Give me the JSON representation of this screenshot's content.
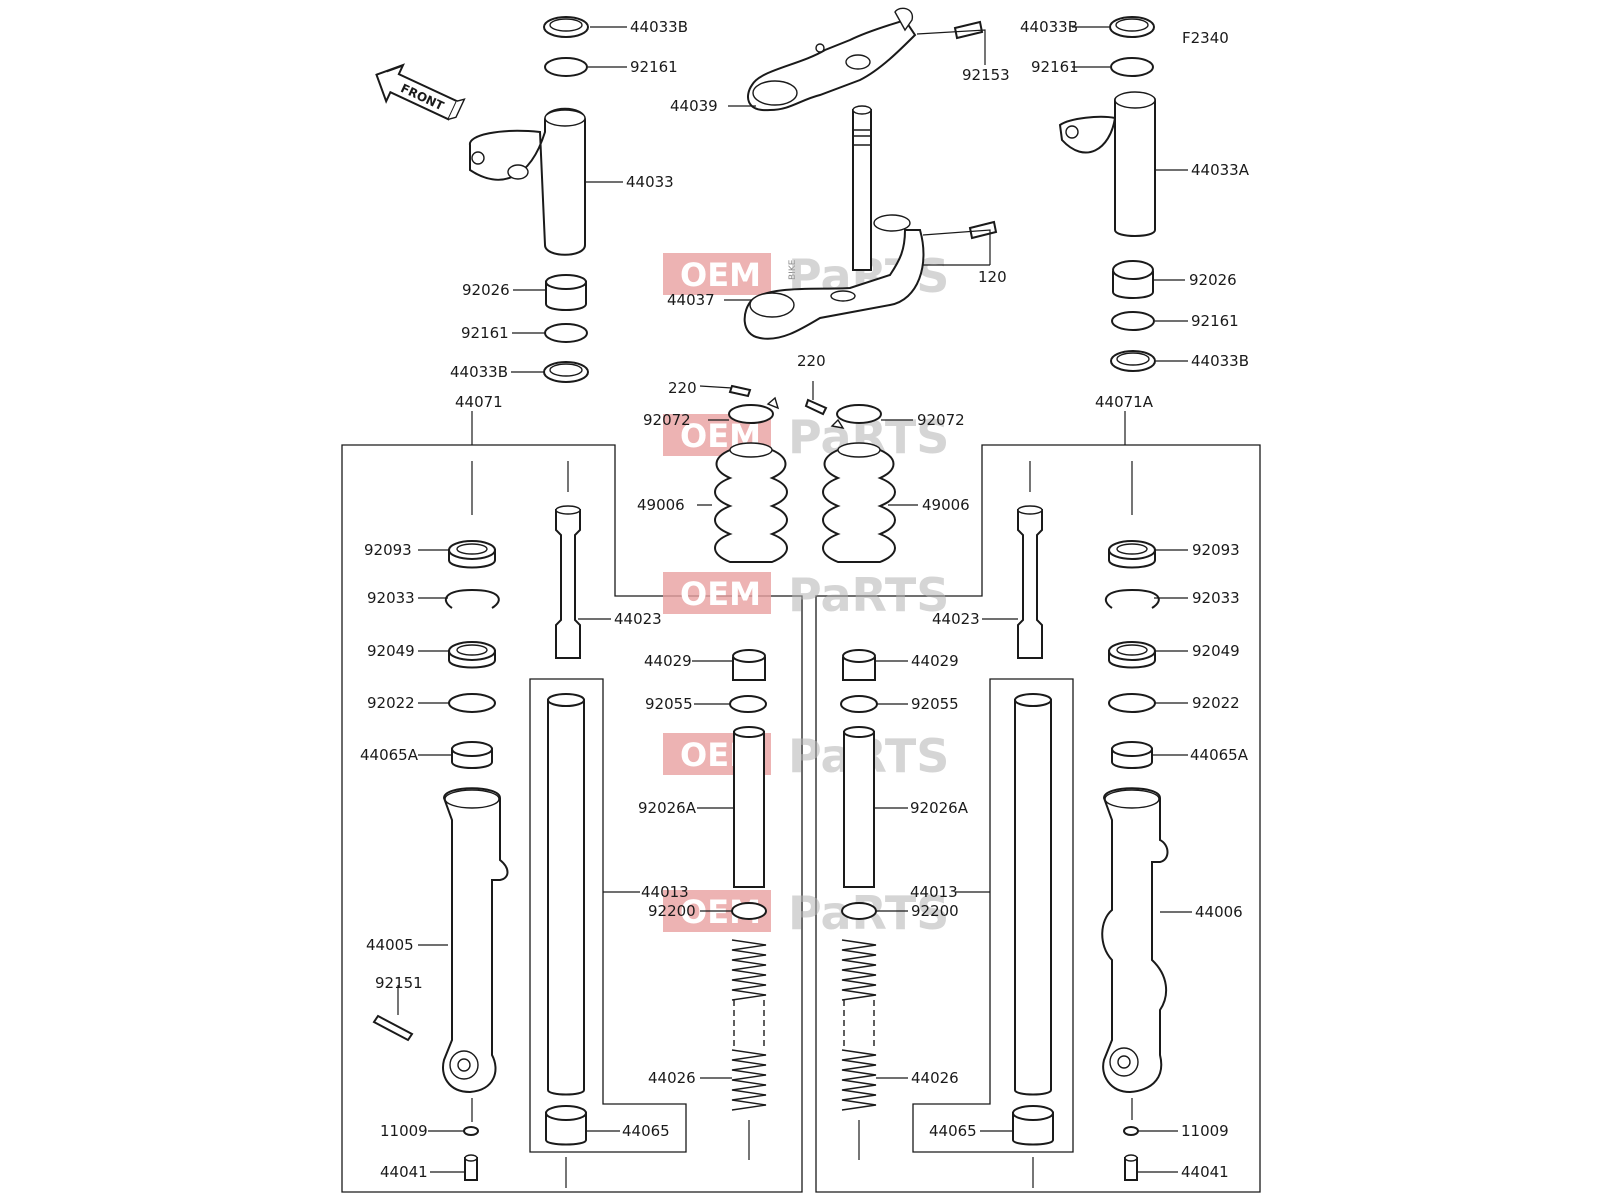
{
  "diagram": {
    "figure_code": "F2340",
    "front_arrow_label": "FRONT",
    "watermark": {
      "brand": "OEM",
      "sub": "BIKE",
      "tail": "PaRTS",
      "accent": "#e8a0a0"
    },
    "labels": [
      {
        "id": "l01",
        "text": "44033B"
      },
      {
        "id": "l02",
        "text": "92161"
      },
      {
        "id": "l03",
        "text": "44033"
      },
      {
        "id": "l04",
        "text": "92026"
      },
      {
        "id": "l05",
        "text": "92161"
      },
      {
        "id": "l06",
        "text": "44033B"
      },
      {
        "id": "l07",
        "text": "44071"
      },
      {
        "id": "l08",
        "text": "92153"
      },
      {
        "id": "l09",
        "text": "44039"
      },
      {
        "id": "l10",
        "text": "120"
      },
      {
        "id": "l11",
        "text": "44037"
      },
      {
        "id": "l12",
        "text": "44033B"
      },
      {
        "id": "l13",
        "text": "92161"
      },
      {
        "id": "l14",
        "text": "44033A"
      },
      {
        "id": "l15",
        "text": "92026"
      },
      {
        "id": "l16",
        "text": "92161"
      },
      {
        "id": "l17",
        "text": "44033B"
      },
      {
        "id": "l18",
        "text": "44071A"
      },
      {
        "id": "l19",
        "text": "220"
      },
      {
        "id": "l20",
        "text": "220"
      },
      {
        "id": "l21",
        "text": "92072"
      },
      {
        "id": "l22",
        "text": "92072"
      },
      {
        "id": "l23",
        "text": "49006"
      },
      {
        "id": "l24",
        "text": "49006"
      },
      {
        "id": "l25",
        "text": "92093"
      },
      {
        "id": "l26",
        "text": "92033"
      },
      {
        "id": "l27",
        "text": "92049"
      },
      {
        "id": "l28",
        "text": "92022"
      },
      {
        "id": "l29",
        "text": "44065A"
      },
      {
        "id": "l30",
        "text": "44005"
      },
      {
        "id": "l31",
        "text": "92151"
      },
      {
        "id": "l32",
        "text": "11009"
      },
      {
        "id": "l33",
        "text": "44041"
      },
      {
        "id": "l34",
        "text": "44023"
      },
      {
        "id": "l35",
        "text": "44029"
      },
      {
        "id": "l36",
        "text": "92055"
      },
      {
        "id": "l37",
        "text": "92026A"
      },
      {
        "id": "l38",
        "text": "44013"
      },
      {
        "id": "l39",
        "text": "92200"
      },
      {
        "id": "l40",
        "text": "44026"
      },
      {
        "id": "l41",
        "text": "44065"
      },
      {
        "id": "l42",
        "text": "44023"
      },
      {
        "id": "l43",
        "text": "44029"
      },
      {
        "id": "l44",
        "text": "92055"
      },
      {
        "id": "l45",
        "text": "92026A"
      },
      {
        "id": "l46",
        "text": "44013"
      },
      {
        "id": "l47",
        "text": "92200"
      },
      {
        "id": "l48",
        "text": "44026"
      },
      {
        "id": "l49",
        "text": "44065"
      },
      {
        "id": "l50",
        "text": "92093"
      },
      {
        "id": "l51",
        "text": "92033"
      },
      {
        "id": "l52",
        "text": "92049"
      },
      {
        "id": "l53",
        "text": "92022"
      },
      {
        "id": "l54",
        "text": "44065A"
      },
      {
        "id": "l55",
        "text": "44006"
      },
      {
        "id": "l56",
        "text": "11009"
      },
      {
        "id": "l57",
        "text": "44041"
      }
    ]
  }
}
